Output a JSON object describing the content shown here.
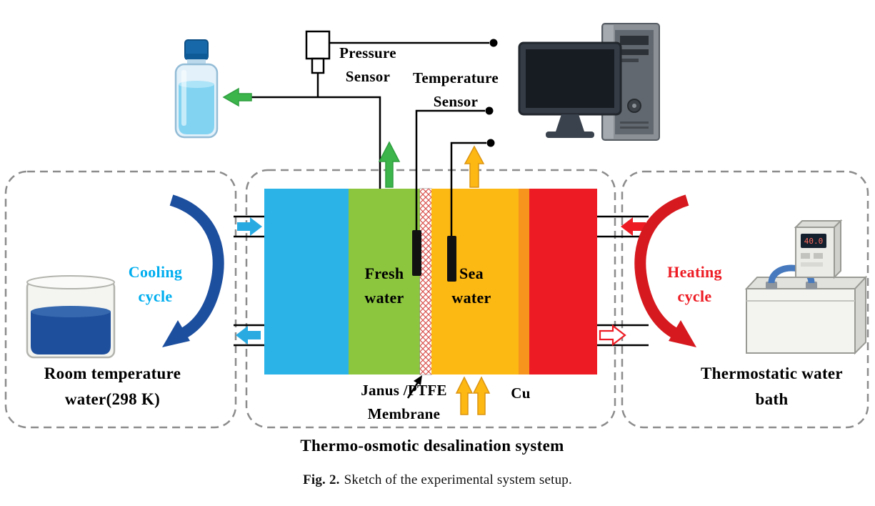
{
  "figure": {
    "caption_label": "Fig. 2.",
    "caption_text": "Sketch of the experimental system setup."
  },
  "labels": {
    "pressure_sensor_line1": "Pressure",
    "pressure_sensor_line2": "Sensor",
    "temperature_sensor_line1": "Temperature",
    "temperature_sensor_line2": "Sensor",
    "fresh_water_line1": "Fresh",
    "fresh_water_line2": "water",
    "sea_water_line1": "Sea",
    "sea_water_line2": "water",
    "cooling_cycle_line1": "Cooling",
    "cooling_cycle_line2": "cycle",
    "heating_cycle_line1": "Heating",
    "heating_cycle_line2": "cycle",
    "room_temp_line1": "Room temperature",
    "room_temp_line2": "water(298 K)",
    "bath_line1": "Thermostatic water",
    "bath_line2": "bath",
    "membrane_line1": "Janus /PTFE",
    "membrane_line2": "Membrane",
    "cu": "Cu",
    "system_title": "Thermo-osmotic desalination system",
    "bath_display": "40.0"
  },
  "colors": {
    "cold_channel": "#2BB3E8",
    "fresh_water_channel": "#8CC63F",
    "sea_water_channel": "#FCB813",
    "cu_plate": "#F7941D",
    "hot_channel": "#ED1C24",
    "membrane_hatch": "#D9534F",
    "cooling_text": "#00AEEF",
    "heating_text": "#ED1C24",
    "cooling_arrow": "#1D4F9F",
    "heating_arrow": "#D6191F",
    "green_flow_arrow": "#3CB54A",
    "yellow_flow_arrow": "#FDB813",
    "cold_pipe_arrow": "#29ABE2",
    "hot_pipe_arrow": "#ED1C24"
  }
}
